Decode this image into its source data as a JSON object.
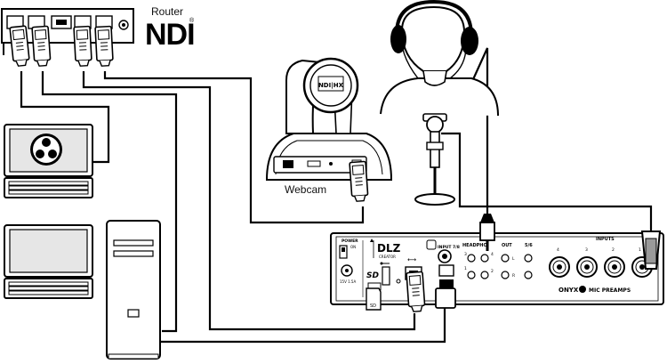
{
  "labels": {
    "router": "Router",
    "ndi": "NDI",
    "registered": "®",
    "webcam": "Webcam",
    "ndi_hx": "NDI|HX"
  },
  "mixer": {
    "brand": "DLZ",
    "sub": "CREATOR",
    "power": "POWER",
    "on": "ON",
    "dc_in": "15V 1.5A",
    "sd_logo": "SD",
    "sd_card": "SD",
    "usb_c": "⟷",
    "input_78": "INPUT 7/8",
    "headphones": "HEADPHO",
    "out": "OUT",
    "out_l": "L",
    "out_r": "R",
    "ch56": "5/6",
    "inputs": "INPUTS",
    "onyx": "ONYX",
    "mic_preamps": "MIC PREAMPS",
    "hp_nums": [
      "3",
      "4",
      "1",
      "2"
    ],
    "input_nums": [
      "4",
      "3",
      "2",
      "1"
    ]
  },
  "colors": {
    "line": "#000000",
    "fill": "#ffffff",
    "screen_gray": "#e6e6e6",
    "port_gray": "#9a9a9a"
  },
  "icons": [
    "obs-logo",
    "rj45-plug",
    "xlr-jack",
    "mic-stand",
    "headphones",
    "sd-card",
    "usb-icon"
  ]
}
